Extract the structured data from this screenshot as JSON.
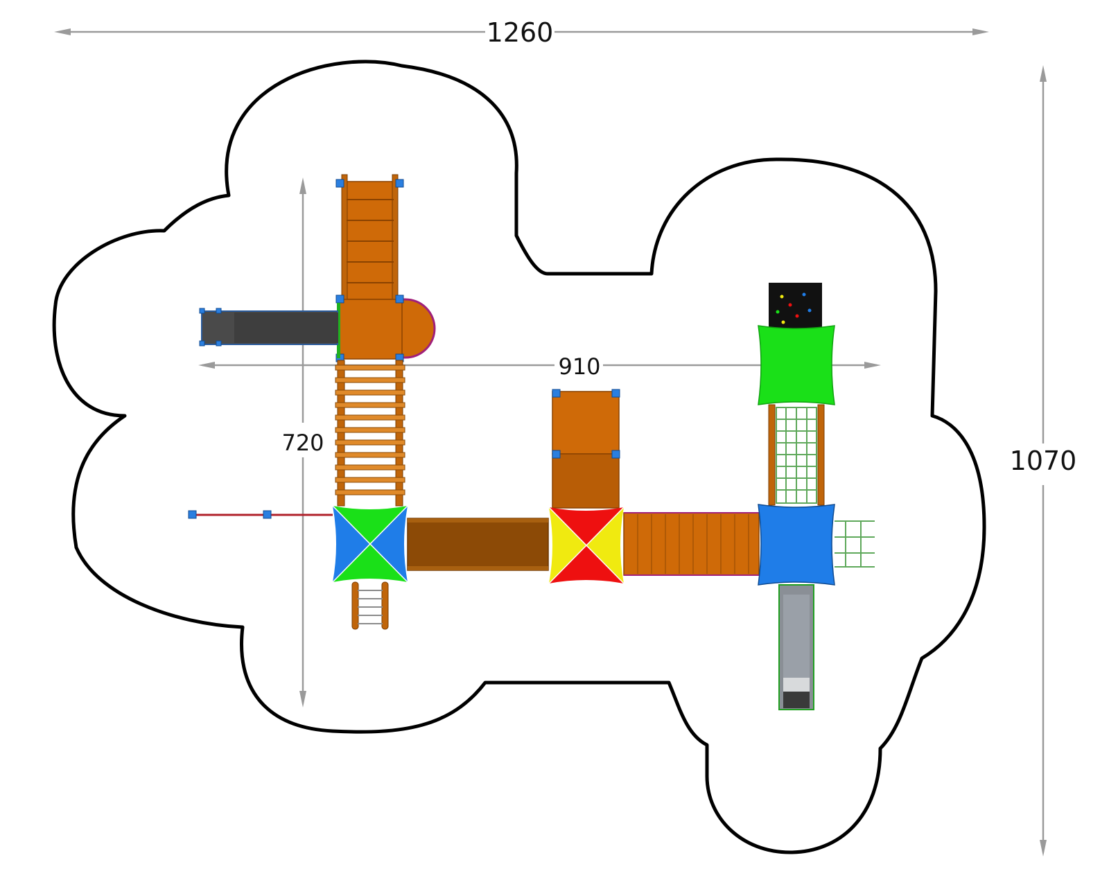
{
  "dimensions": {
    "overall_width": "1260",
    "overall_depth": "1070",
    "structure_width": "910",
    "structure_depth": "720"
  },
  "colors": {
    "outline": "#000000",
    "dimension_line": "#9a9a9a",
    "wood": "#cf6a08",
    "roof_blue": "#1f7de8",
    "roof_green": "#1ae018",
    "roof_red": "#ee1010",
    "roof_yellow": "#f0ea10",
    "slide_grey": "#4a4a4a",
    "climbing_wall": "#111111",
    "net_green": "#5ea85a"
  },
  "icons": {
    "tower_roofs": [
      "roof-blue-green-icon",
      "roof-red-yellow-icon",
      "roof-blue-icon",
      "roof-green-icon"
    ],
    "slides": [
      "slide-left-icon",
      "slide-bottom-right-icon"
    ],
    "climbing_wall": "climbing-wall-icon",
    "net": "climbing-net-icon"
  }
}
